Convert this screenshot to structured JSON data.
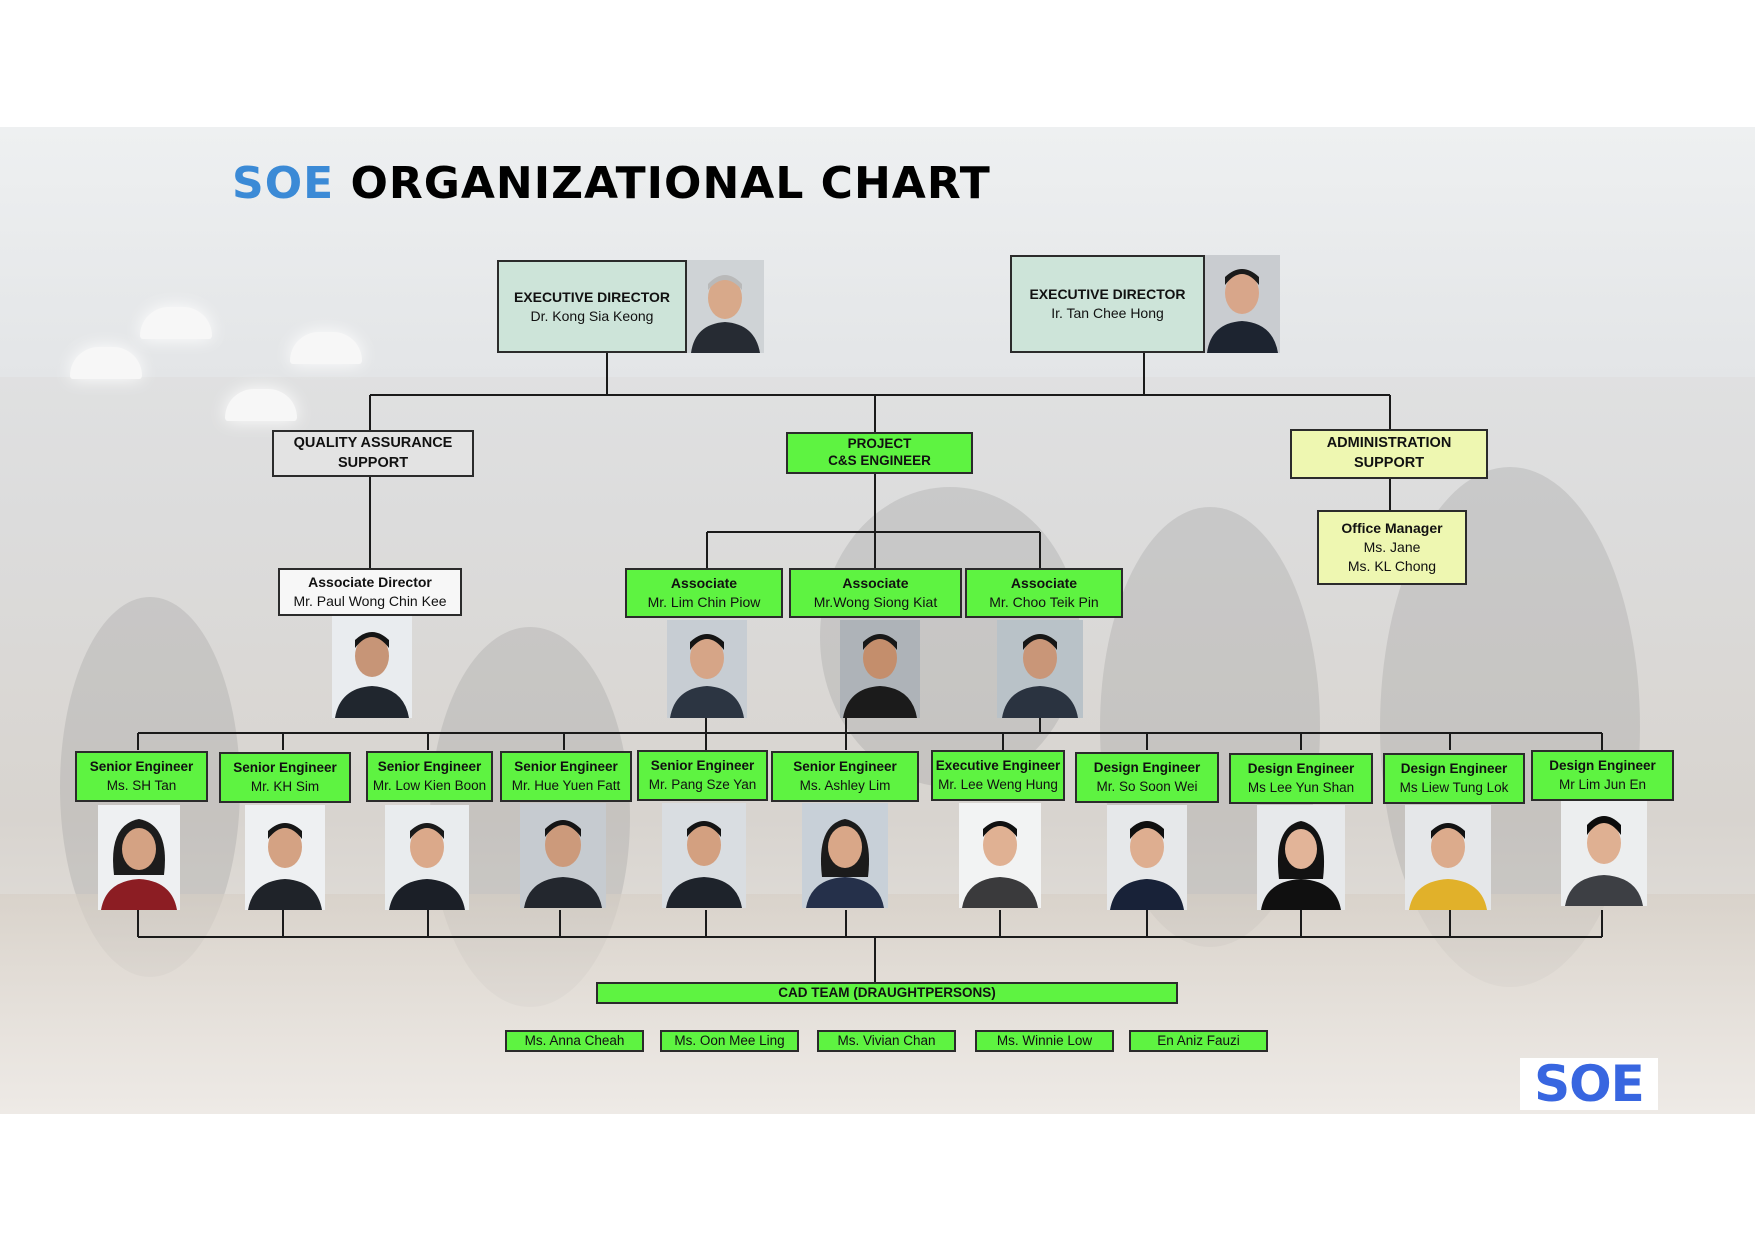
{
  "title": {
    "brand": "SOE",
    "rest": " ORGANIZATIONAL CHART"
  },
  "logo": "SOE",
  "colors": {
    "box_green": "#5ef341",
    "box_teal": "#cde4d9",
    "box_grey": "#e3e3e3",
    "box_yellow": "#eef7b1",
    "brand_blue": "#3b8ad6",
    "logo_blue": "#3866e0"
  },
  "executives": [
    {
      "role": "EXECUTIVE DIRECTOR",
      "name": "Dr. Kong Sia Keong"
    },
    {
      "role": "EXECUTIVE DIRECTOR",
      "name": "Ir. Tan Chee Hong"
    }
  ],
  "departments": {
    "qa": {
      "line1": "QUALITY ASSURANCE",
      "line2": "SUPPORT"
    },
    "project": {
      "line1": "PROJECT",
      "line2": "C&S ENGINEER"
    },
    "admin": {
      "line1": "ADMINISTRATION",
      "line2": "SUPPORT"
    }
  },
  "associate_director": {
    "role": "Associate Director",
    "name": "Mr. Paul Wong Chin Kee"
  },
  "associates": [
    {
      "role": "Associate",
      "name": "Mr. Lim Chin Piow"
    },
    {
      "role": "Associate",
      "name": "Mr.Wong Siong Kiat"
    },
    {
      "role": "Associate",
      "name": "Mr. Choo Teik Pin"
    }
  ],
  "office": {
    "role": "Office Manager",
    "name1": "Ms. Jane",
    "name2": "Ms. KL Chong"
  },
  "engineers": [
    {
      "role": "Senior Engineer",
      "name": "Ms. SH Tan"
    },
    {
      "role": "Senior Engineer",
      "name": "Mr. KH Sim"
    },
    {
      "role": "Senior Engineer",
      "name": "Mr. Low Kien Boon"
    },
    {
      "role": "Senior Engineer",
      "name": "Mr. Hue Yuen Fatt"
    },
    {
      "role": "Senior Engineer",
      "name": "Mr. Pang Sze Yan"
    },
    {
      "role": "Senior Engineer",
      "name": "Ms. Ashley Lim"
    },
    {
      "role": "Executive Engineer",
      "name": "Mr. Lee Weng Hung"
    },
    {
      "role": "Design Engineer",
      "name": "Mr. So Soon Wei"
    },
    {
      "role": "Design Engineer",
      "name": "Ms Lee Yun Shan"
    },
    {
      "role": "Design Engineer",
      "name": "Ms Liew Tung Lok"
    },
    {
      "role": "Design Engineer",
      "name": "Mr Lim Jun En"
    }
  ],
  "cad": {
    "title": "CAD TEAM (DRAUGHTPERSONS)",
    "members": [
      "Ms. Anna Cheah",
      "Ms. Oon Mee Ling",
      "Ms. Vivian Chan",
      "Ms. Winnie Low",
      "En Aniz Fauzi"
    ]
  }
}
